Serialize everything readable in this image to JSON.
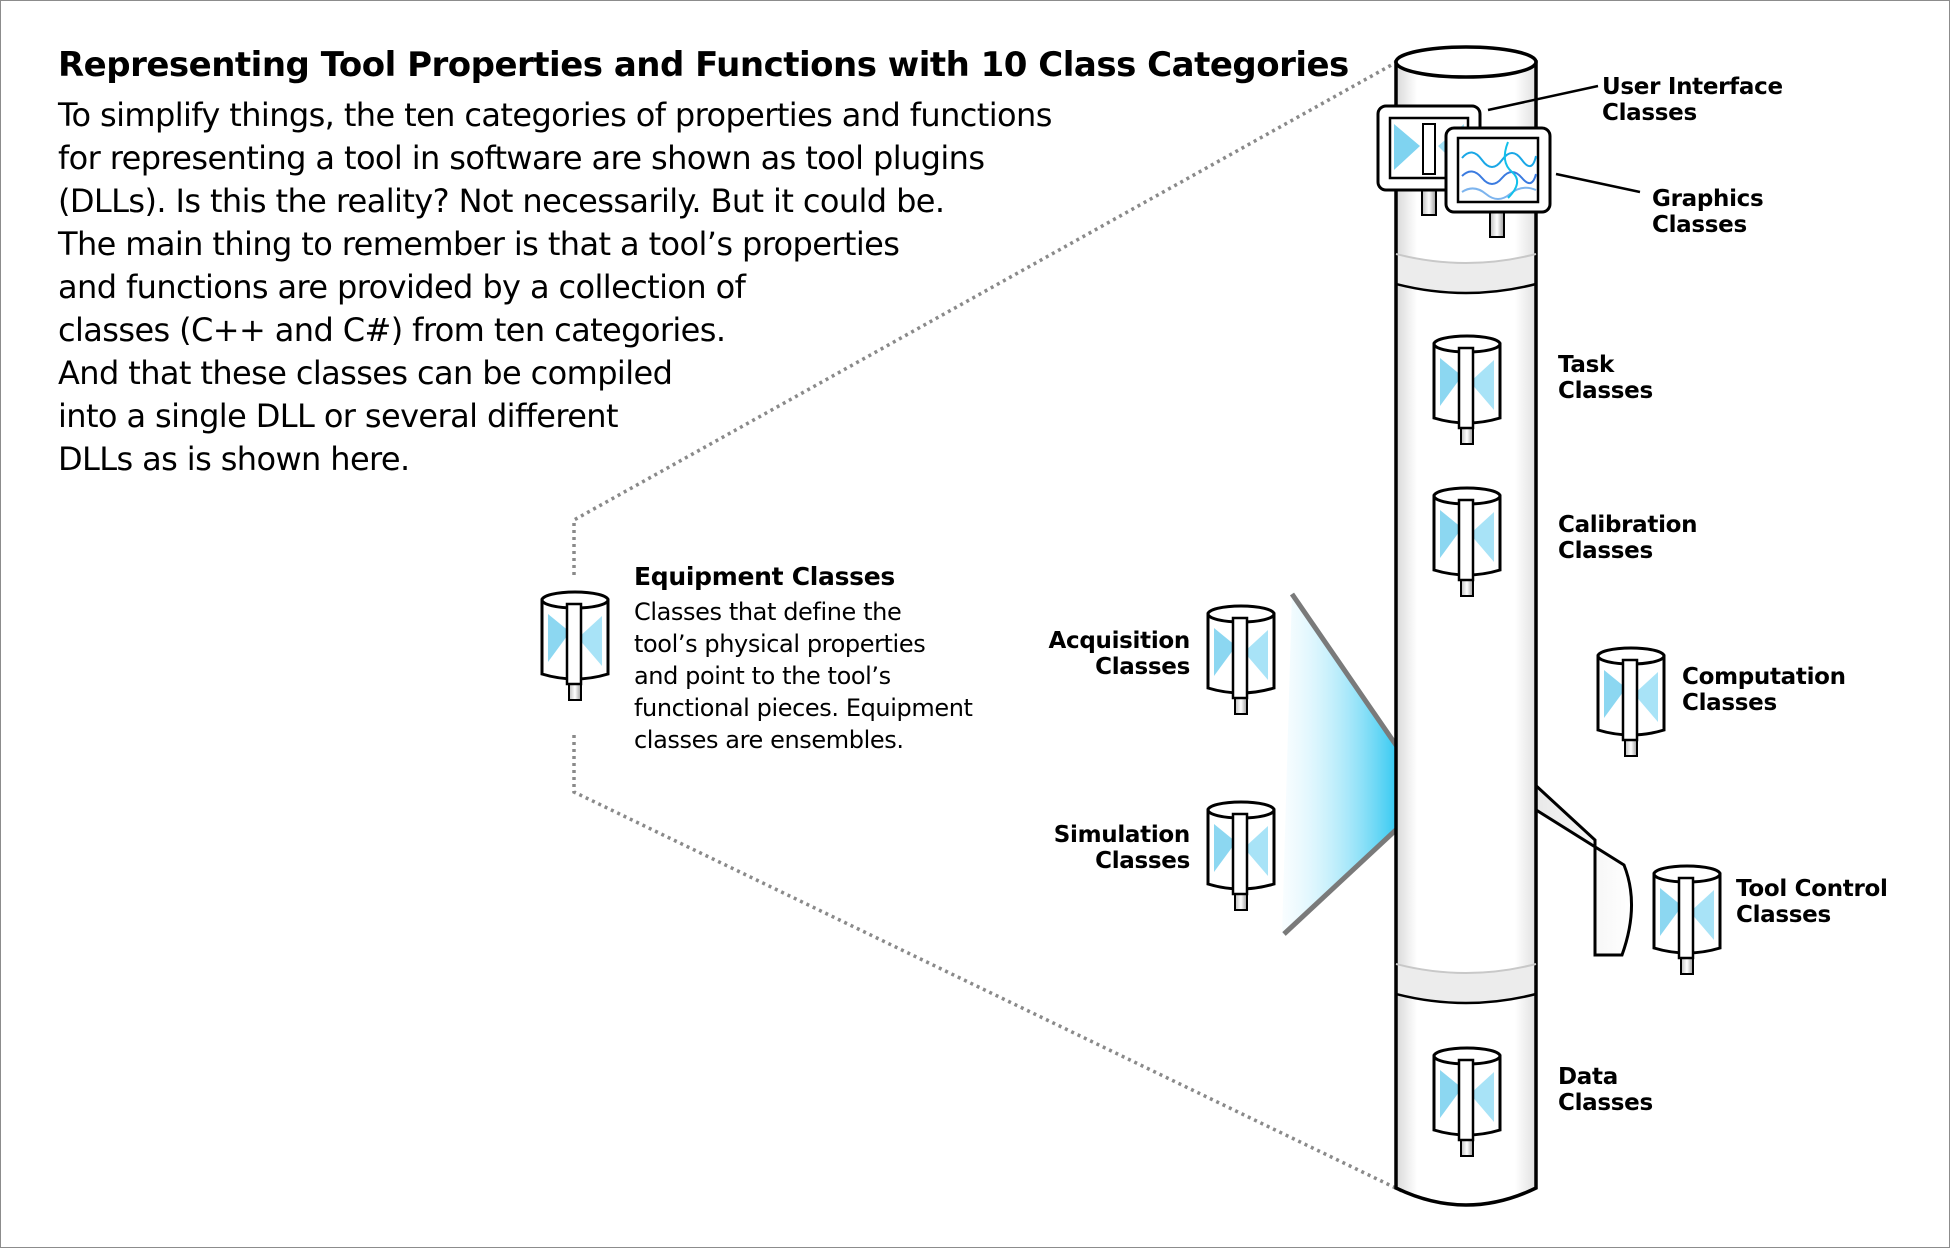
{
  "title": "Representing Tool Properties and Functions with 10 Class Categories",
  "intro_lines": [
    "To simplify things, the ten categories of properties and functions",
    "for representing a tool in software are shown as tool plugins",
    "(DLLs). Is this the reality? Not necessarily. But it could be.",
    "The main thing to remember is that a tool’s properties",
    "and functions are provided by a collection of",
    "classes (C++ and C#) from ten categories.",
    "And that these classes can be compiled",
    "into a single DLL or several different",
    "DLLs as is shown here."
  ],
  "equipment": {
    "heading": "Equipment Classes",
    "description_lines": [
      "Classes that define the",
      "tool’s physical properties",
      "and point to the tool’s",
      "functional pieces. Equipment",
      "classes are ensembles."
    ]
  },
  "labels": {
    "user_interface": [
      "User Interface",
      "Classes"
    ],
    "graphics": [
      "Graphics",
      "Classes"
    ],
    "task": [
      "Task",
      "Classes"
    ],
    "calibration": [
      "Calibration",
      "Classes"
    ],
    "computation": [
      "Computation",
      "Classes"
    ],
    "acquisition": [
      "Acquisition",
      "Classes"
    ],
    "simulation": [
      "Simulation",
      "Classes"
    ],
    "tool_control": [
      "Tool Control",
      "Classes"
    ],
    "data": [
      "Data",
      "Classes"
    ]
  },
  "colors": {
    "outline": "#000000",
    "plugin_blue": "#7fd3f0",
    "beam_blue": "#22c4f0",
    "column_fill": "#f6f6f6",
    "dotted_line": "#8a8a8a"
  },
  "icons": [
    "plugin-icon",
    "screen-plugin-icon",
    "waveform-plugin-icon"
  ]
}
